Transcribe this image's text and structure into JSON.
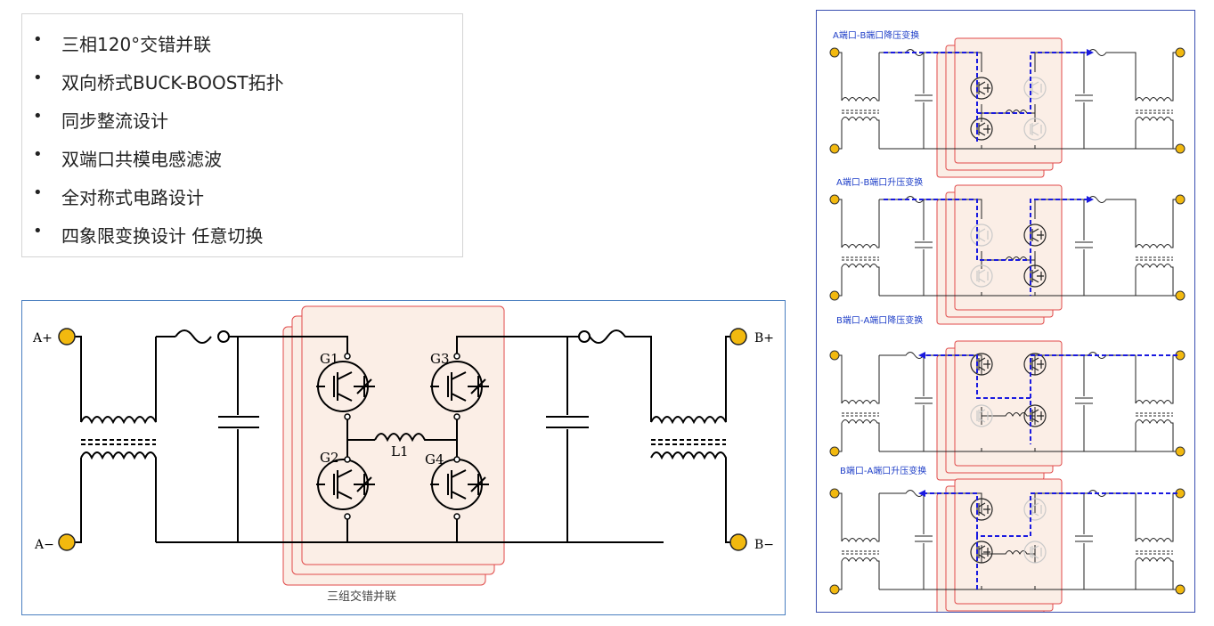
{
  "features": {
    "items": [
      "三相120°交错并联",
      "双向桥式BUCK-BOOST拓扑",
      "同步整流设计",
      "双端口共模电感滤波",
      "全对称式电路设计",
      "四象限变换设计 任意切换"
    ]
  },
  "main_diagram": {
    "port_a_plus": "A+",
    "port_a_minus": "A−",
    "port_b_plus": "B+",
    "port_b_minus": "B−",
    "switch_g1": "G1",
    "switch_g2": "G2",
    "switch_g3": "G3",
    "switch_g4": "G4",
    "inductor_l1": "L1",
    "caption": "三组交错并联"
  },
  "modes": {
    "titles": [
      "A端口-B端口降压变换",
      "A端口-B端口升压变换",
      "B端口-A端口降压变换",
      "B端口-A端口升压变换"
    ]
  },
  "colors": {
    "port_fill": "#f2b90f",
    "highlight_fill": "#fbeee6",
    "highlight_stroke": "#e04a4a",
    "flow_arrow": "#1a1ae0",
    "mode_title": "#1f3fc8"
  }
}
